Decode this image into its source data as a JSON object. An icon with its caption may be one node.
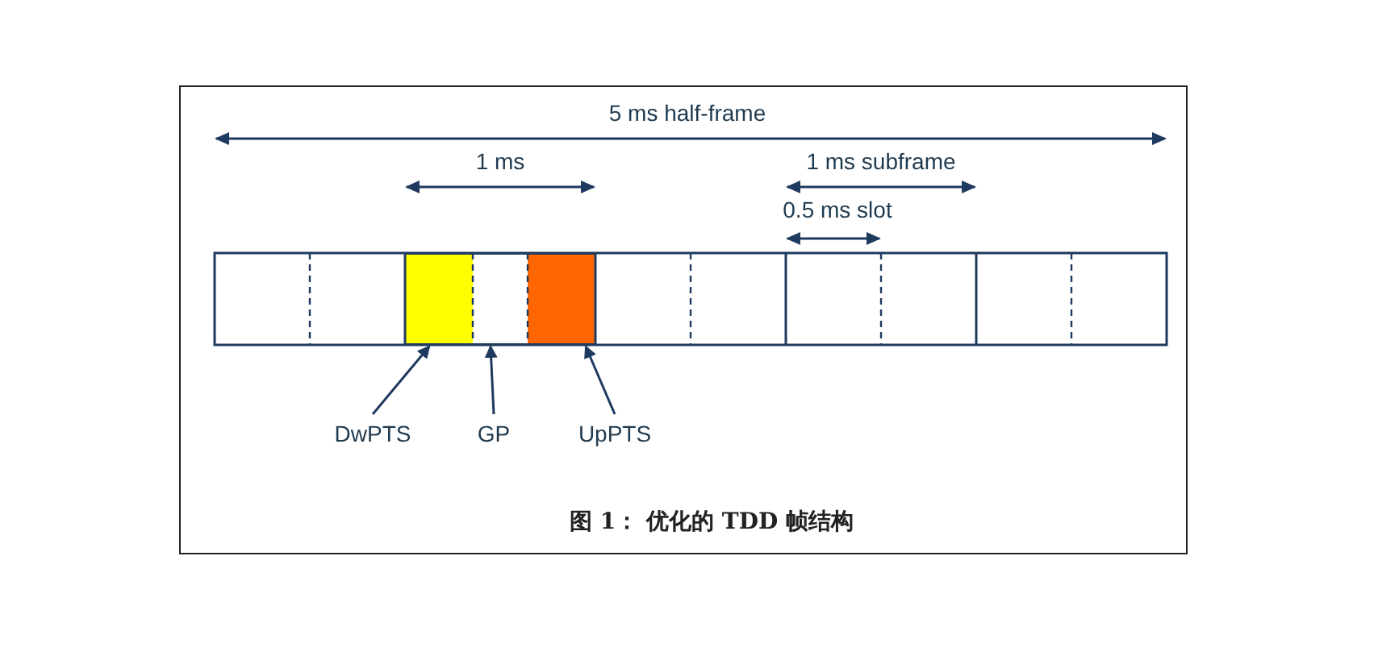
{
  "diagram": {
    "caption": "图 1： 优化的 TDD 帧结构",
    "nodes": [
      {
        "text": [],
        "shape": "box"
      },
      {
        "text": [],
        "shape": "box"
      },
      {
        "text": [],
        "shape": "box"
      },
      {
        "text": [
          "DwPTS"
        ]
      },
      {
        "text": [
          "GP"
        ]
      },
      {
        "text": [
          "UpPTS"
        ]
      }
    ],
    "edges": [
      {
        "from": 3,
        "to": 0,
        "arrow": "to"
      },
      {
        "from": 4,
        "to": 1,
        "arrow": "to"
      },
      {
        "from": 5,
        "to": 2,
        "arrow": "to"
      }
    ],
    "labels": [
      "5 ms half-frame",
      "1 ms",
      "1 ms subframe",
      "0.5 ms slot"
    ]
  }
}
